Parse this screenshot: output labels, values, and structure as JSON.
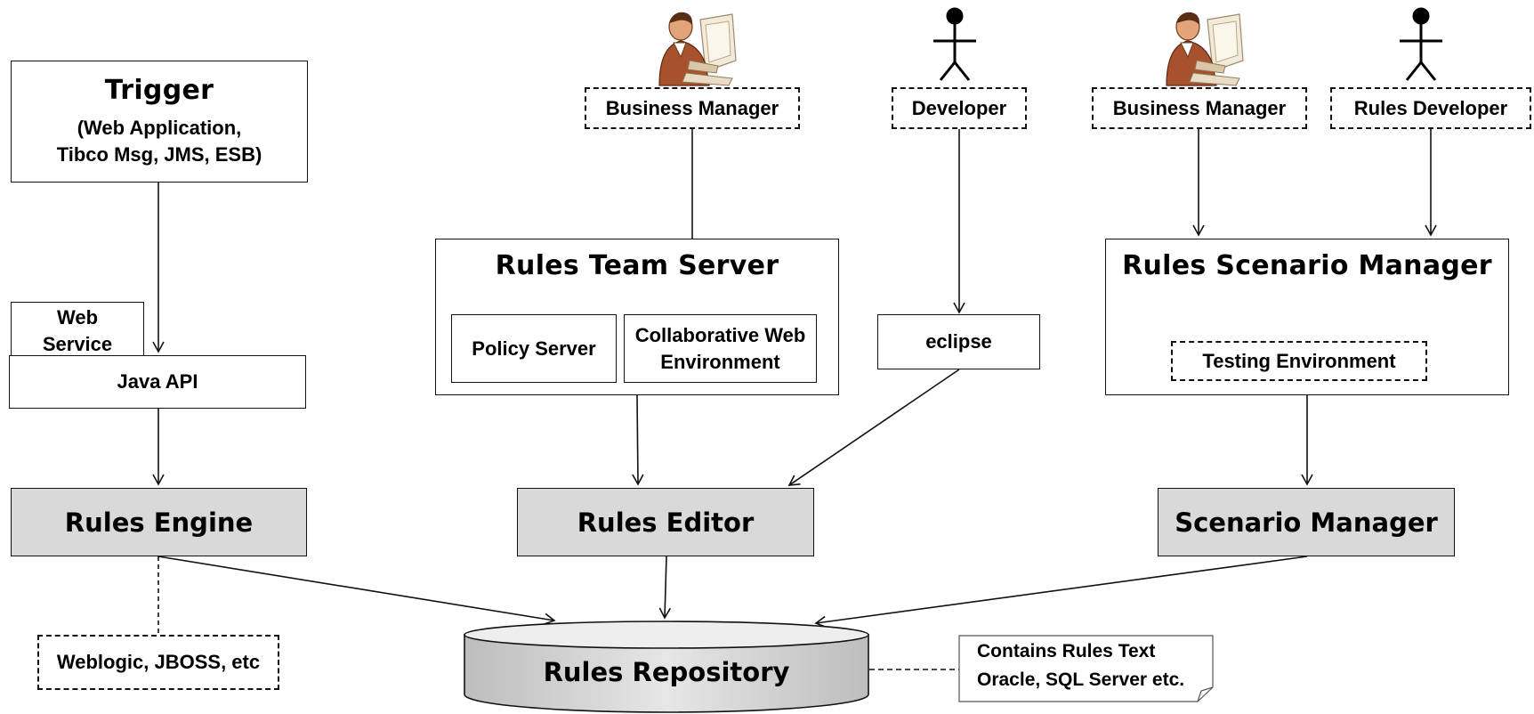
{
  "trigger": {
    "title": "Trigger",
    "sub_line1": "(Web Application,",
    "sub_line2": "Tibco Msg, JMS, ESB)"
  },
  "web_service": {
    "line1": "Web",
    "line2": "Service"
  },
  "java_api": {
    "label": "Java API"
  },
  "rules_engine": {
    "label": "Rules Engine"
  },
  "app_servers": {
    "label": "Weblogic, JBOSS, etc"
  },
  "actors": {
    "business_manager_left": "Business Manager",
    "developer": "Developer",
    "business_manager_right": "Business Manager",
    "rules_developer": "Rules Developer"
  },
  "rules_team_server": {
    "title": "Rules Team Server",
    "policy_server": "Policy Server",
    "collab_line1": "Collaborative Web",
    "collab_line2": "Environment"
  },
  "eclipse": {
    "label": "eclipse"
  },
  "rules_scenario_manager": {
    "title": "Rules Scenario Manager",
    "testing_env": "Testing Environment"
  },
  "rules_editor": {
    "label": "Rules Editor"
  },
  "scenario_manager": {
    "label": "Scenario Manager"
  },
  "rules_repository": {
    "label": "Rules Repository"
  },
  "repository_note": {
    "line1": "Contains Rules Text",
    "line2": "Oracle, SQL Server etc."
  }
}
